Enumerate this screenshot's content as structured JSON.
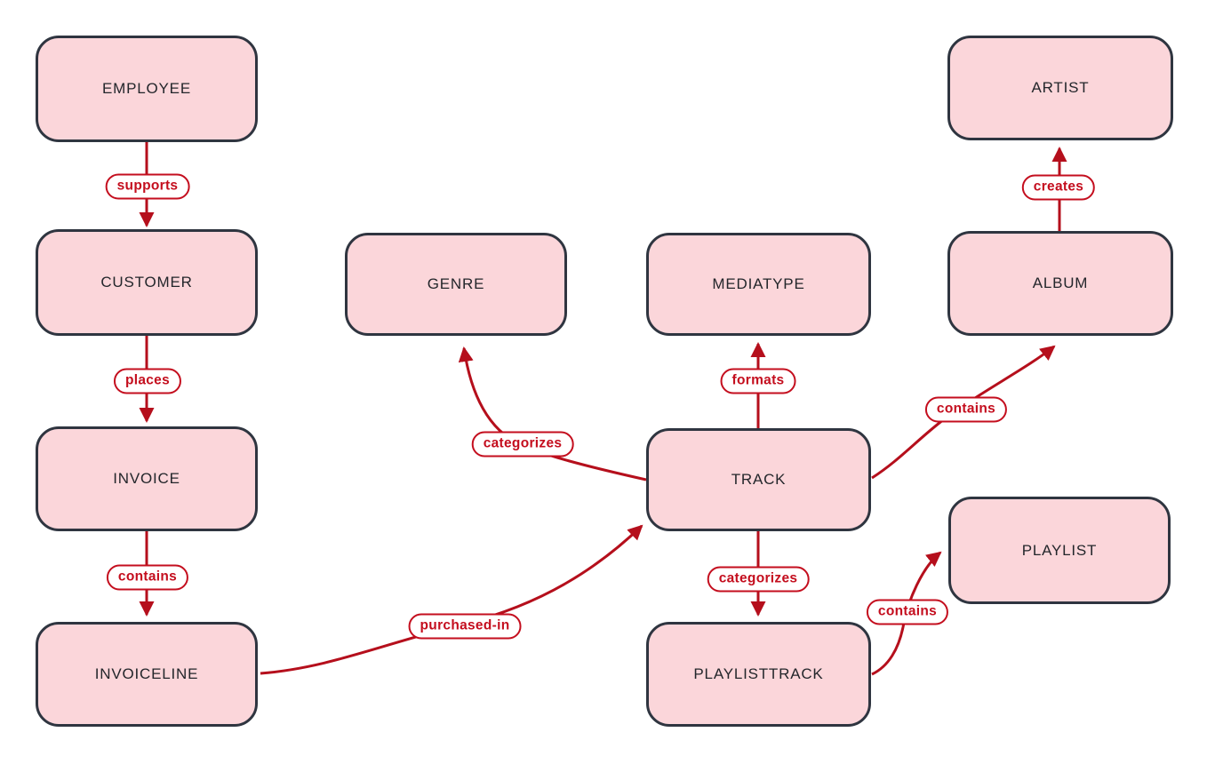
{
  "diagram": {
    "nodes": [
      {
        "id": "employee",
        "label": "EMPLOYEE"
      },
      {
        "id": "customer",
        "label": "CUSTOMER"
      },
      {
        "id": "invoice",
        "label": "INVOICE"
      },
      {
        "id": "invoiceline",
        "label": "INVOICELINE"
      },
      {
        "id": "genre",
        "label": "GENRE"
      },
      {
        "id": "mediatype",
        "label": "MEDIATYPE"
      },
      {
        "id": "track",
        "label": "TRACK"
      },
      {
        "id": "playlisttrack",
        "label": "PLAYLISTTRACK"
      },
      {
        "id": "artist",
        "label": "ARTIST"
      },
      {
        "id": "album",
        "label": "ALBUM"
      },
      {
        "id": "playlist",
        "label": "PLAYLIST"
      }
    ],
    "relationships": [
      {
        "from": "employee",
        "to": "customer",
        "label": "supports"
      },
      {
        "from": "customer",
        "to": "invoice",
        "label": "places"
      },
      {
        "from": "invoice",
        "to": "invoiceline",
        "label": "contains"
      },
      {
        "from": "invoiceline",
        "to": "track",
        "label": "purchased-in"
      },
      {
        "from": "track",
        "to": "genre",
        "label": "categorizes"
      },
      {
        "from": "track",
        "to": "mediatype",
        "label": "formats"
      },
      {
        "from": "track",
        "to": "playlisttrack",
        "label": "categorizes"
      },
      {
        "from": "track",
        "to": "album",
        "label": "contains"
      },
      {
        "from": "album",
        "to": "artist",
        "label": "creates"
      },
      {
        "from": "playlisttrack",
        "to": "playlist",
        "label": "contains"
      }
    ],
    "colors": {
      "node_fill": "#fbd6da",
      "node_border": "#2f3540",
      "node_text": "#23262b",
      "edge": "#b50f1c",
      "relationship_text": "#c40e1e",
      "background": "#ffffff"
    }
  }
}
